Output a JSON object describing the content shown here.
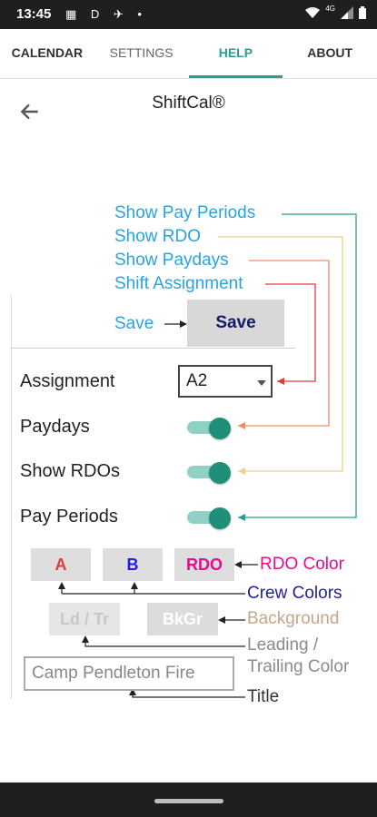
{
  "status": {
    "time": "13:45",
    "left_icons": "▦ D ✈ •",
    "net_label": "4G"
  },
  "tabs": [
    {
      "label": "CALENDAR"
    },
    {
      "label": "SETTINGS"
    },
    {
      "label": "HELP"
    },
    {
      "label": "ABOUT"
    }
  ],
  "header": {
    "title": "ShiftCal®",
    "back_icon": "back-arrow-icon"
  },
  "annotations": {
    "pay_periods": "Show Pay Periods",
    "rdo": "Show RDO",
    "paydays": "Show Paydays",
    "shift_assignment": "Shift Assignment",
    "save": "Save",
    "rdo_color": "RDO Color",
    "crew_colors": "Crew Colors",
    "background": "Background",
    "leading_1": "Leading /",
    "leading_2": "Trailing Color",
    "title": "Title"
  },
  "save_button": "Save",
  "settings": {
    "assignment_label": "Assignment",
    "assignment_value": "A2",
    "paydays_label": "Paydays",
    "rdos_label": "Show RDOs",
    "pay_periods_label": "Pay Periods"
  },
  "swatches": {
    "a": "A",
    "b": "B",
    "rdo": "RDO",
    "leading": "Ld / Tr",
    "background": "BkGr"
  },
  "title_input": "Camp Pendleton Fire",
  "colors": {
    "accent": "#2a9d8f",
    "annotation_blue": "#29a3e0",
    "red": "#e23b3b",
    "crew_b": "#1e1ee0",
    "rdo_magenta": "#e60b8f",
    "background_tan": "#c6a687"
  }
}
